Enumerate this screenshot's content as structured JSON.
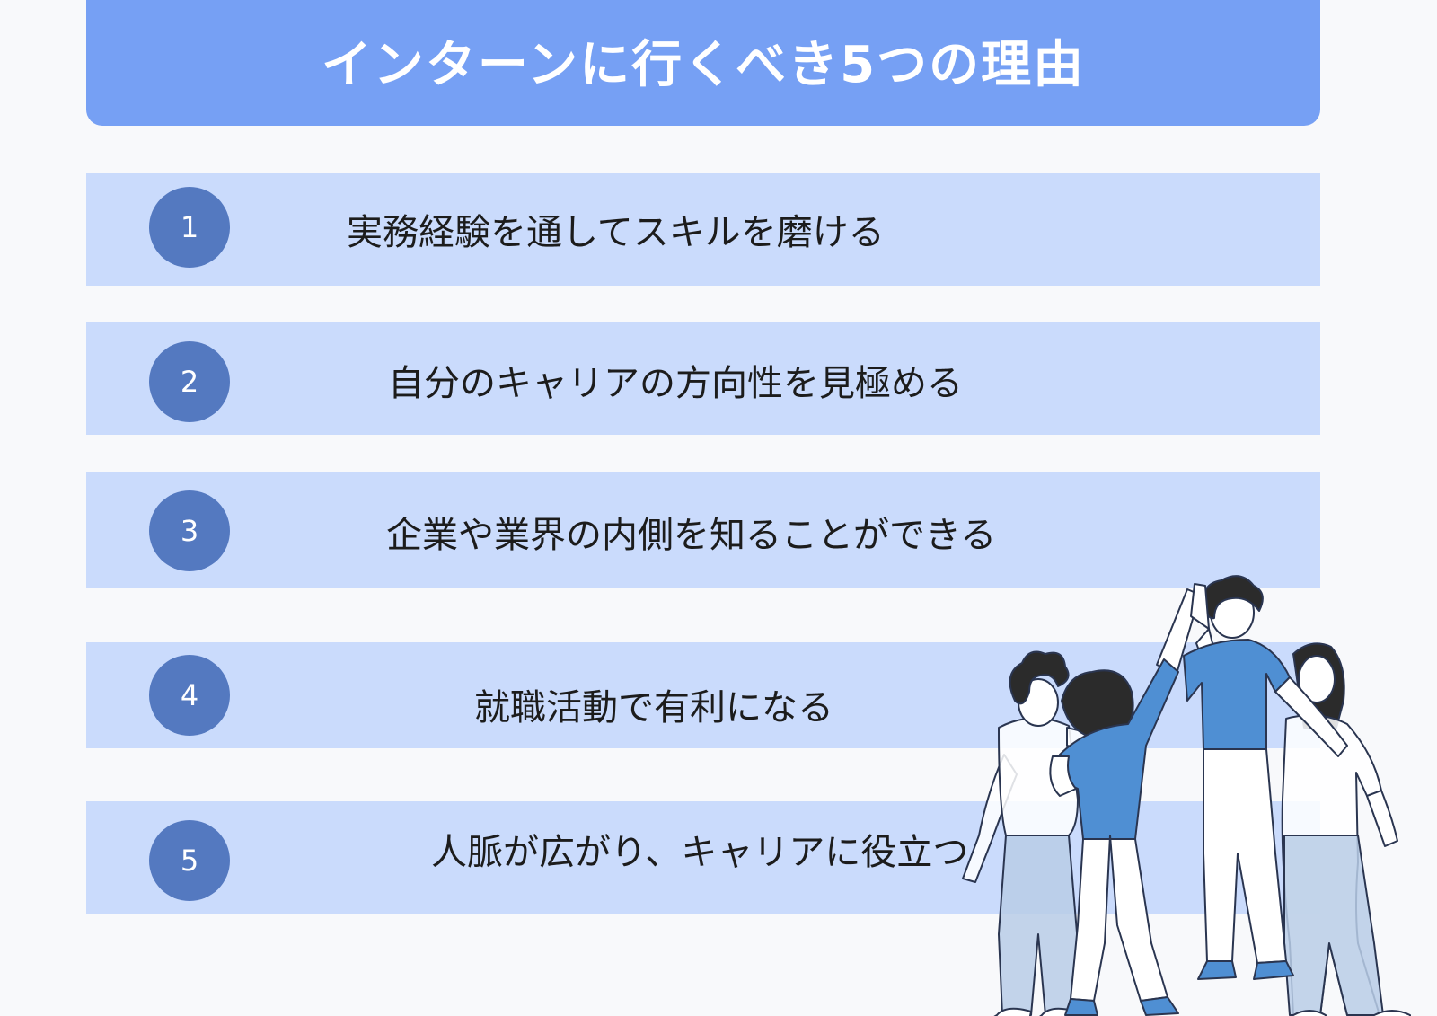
{
  "title": "インターンに行くべき5つの理由",
  "reasons": [
    {
      "number": "1",
      "text": "実務経験を通してスキルを磨ける"
    },
    {
      "number": "2",
      "text": "自分のキャリアの方向性を見極める"
    },
    {
      "number": "3",
      "text": "企業や業界の内側を知ることができる"
    },
    {
      "number": "4",
      "text": "就職活動で有利になる"
    },
    {
      "number": "5",
      "text": "人脈が広がり、キャリアに役立つ"
    }
  ],
  "colors": {
    "banner": "#76a0f4",
    "row_background": "#cadbfc",
    "number_circle": "#5479c0",
    "figure_shirt": "#4f8fd3",
    "figure_pants": "#b9cce6",
    "background": "#f8f9fb"
  },
  "illustration": {
    "icon": "high-five-people-illustration"
  }
}
